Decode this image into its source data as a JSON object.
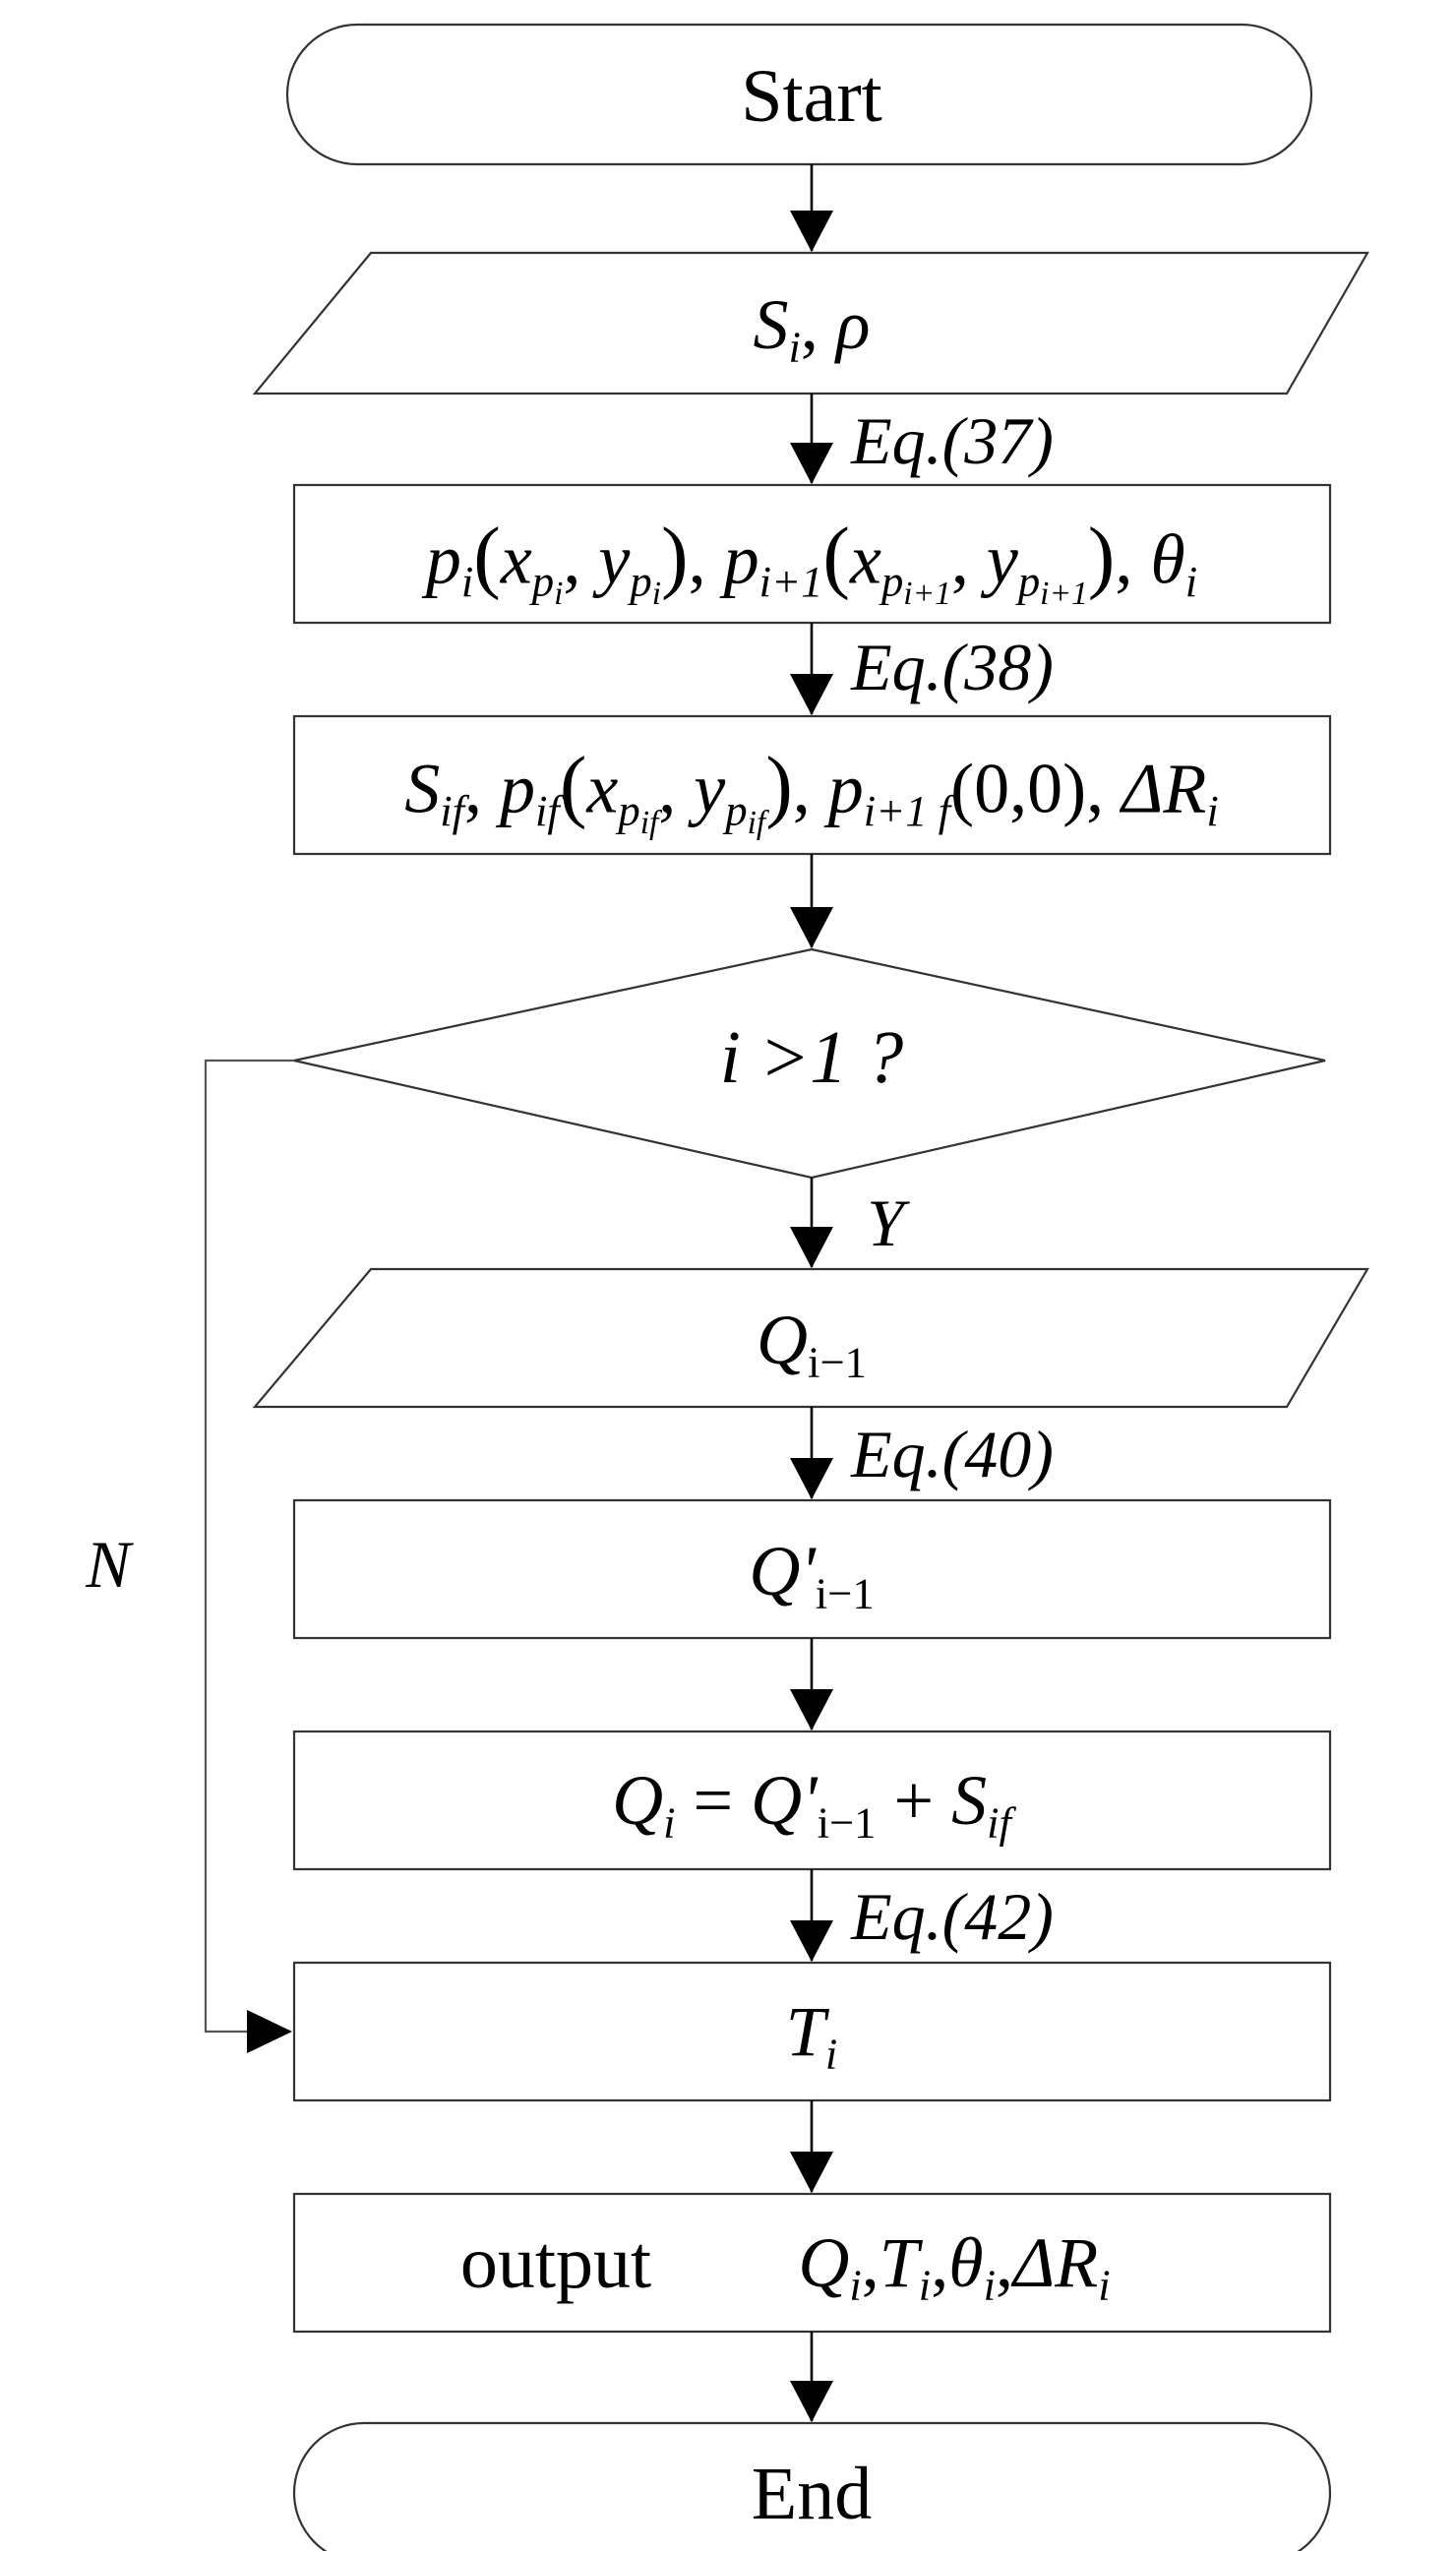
{
  "nodes": {
    "start": "Start",
    "input_s": {
      "S": "S",
      "i": "i",
      "sep": ", ",
      "rho": "ρ"
    },
    "node_p": {
      "p": "p",
      "i": "i",
      "i1": "i+1",
      "x": "x",
      "y": "y",
      "theta": "θ",
      "lp": "(",
      "rp": ")",
      "comma": ", "
    },
    "node_sif": {
      "S": "S",
      "if": "if",
      "p": "p",
      "p_sub2": "i+1 f",
      "zero": "(0,0)",
      "delta": "ΔR",
      "i": "i",
      "x": "x",
      "y": "y",
      "lp": "(",
      "rp": ")",
      "comma": ", "
    },
    "decision": "i >1 ?",
    "input_q": {
      "Q": "Q",
      "sub": "i−1"
    },
    "node_qprime": {
      "Q": "Q'",
      "sub": "i−1"
    },
    "node_qsum": {
      "Q": "Q",
      "i": "i",
      "eq": " = ",
      "Qp": "Q'",
      "sub": "i−1",
      "plus": " + ",
      "S": "S",
      "if": "if"
    },
    "node_t": {
      "T": "T",
      "i": "i"
    },
    "output": {
      "word": "output",
      "Q": "Q",
      "T": "T",
      "theta": "θ",
      "delta": "ΔR",
      "i": "i",
      "comma": ","
    },
    "end": "End"
  },
  "edges": {
    "eq37": "Eq.(37)",
    "eq38": "Eq.(38)",
    "eq40": "Eq.(40)",
    "eq42": "Eq.(42)",
    "yes": "Y",
    "no": "N"
  }
}
